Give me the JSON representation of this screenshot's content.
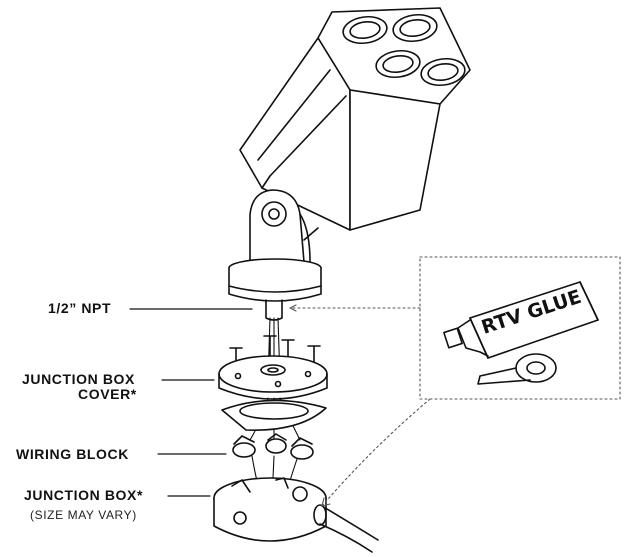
{
  "labels": {
    "npt": "1/2” NPT",
    "junction_box_cover_line1": "JUNCTION BOX",
    "junction_box_cover_line2": "COVER*",
    "wiring_block": "WIRING BLOCK",
    "junction_box": "JUNCTION BOX*",
    "junction_box_note": "(SIZE MAY VARY)"
  },
  "inset": {
    "tube_label": "RTV GLUE"
  },
  "colors": {
    "line": "#111111",
    "dotted": "#555555",
    "fill": "#ffffff"
  }
}
